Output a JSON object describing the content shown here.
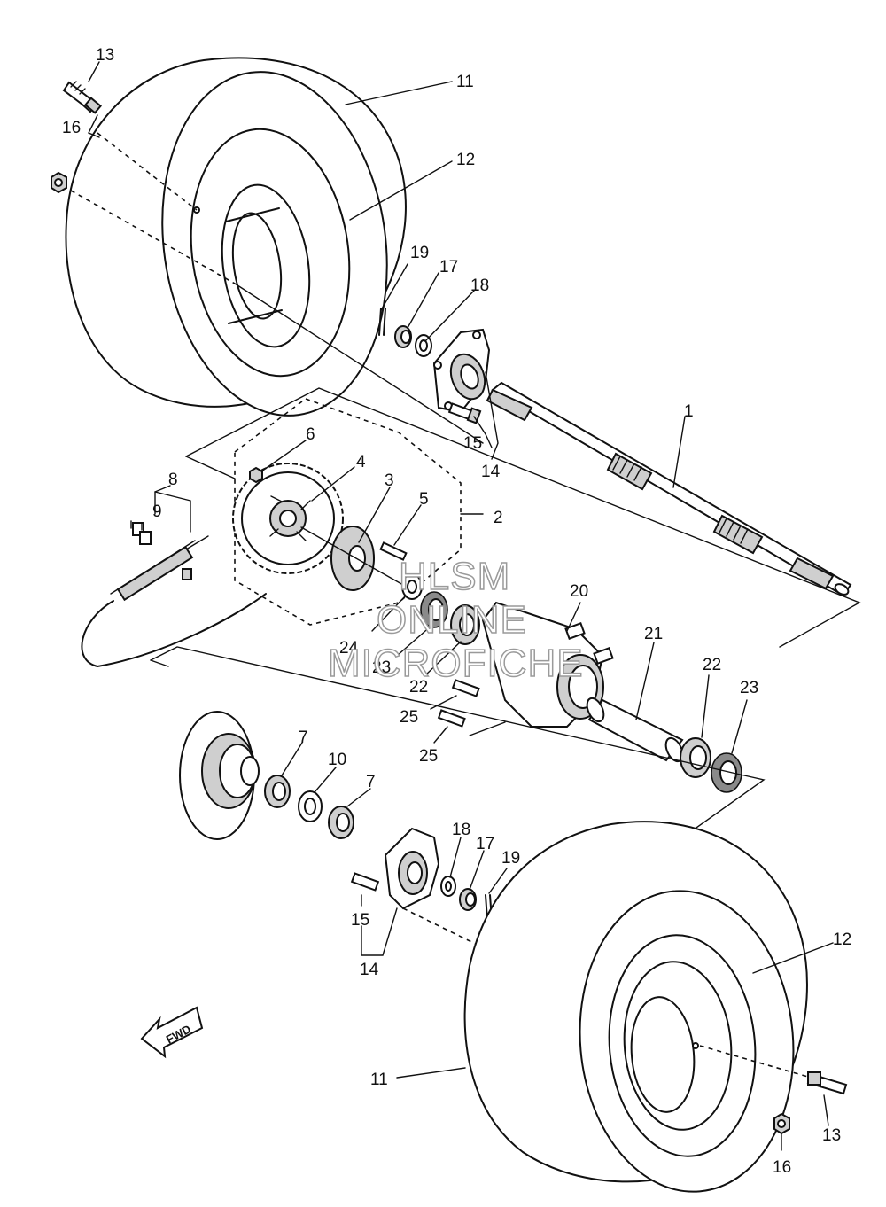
{
  "callouts": {
    "c13_top": "13",
    "c16_top": "16",
    "c11_top": "11",
    "c12_top": "12",
    "c19_top": "19",
    "c17_top": "17",
    "c18_top": "18",
    "c1": "1",
    "c15_top": "15",
    "c14_top": "14",
    "c6": "6",
    "c4": "4",
    "c3": "3",
    "c5": "5",
    "c8": "8",
    "c9": "9",
    "c2": "2",
    "c24": "24",
    "c23_left": "23",
    "c22_left": "22",
    "c20": "20",
    "c21": "21",
    "c22_right": "22",
    "c23_right": "23",
    "c25_a": "25",
    "c25_b": "25",
    "c7_a": "7",
    "c10": "10",
    "c7_b": "7",
    "c18_bot": "18",
    "c17_bot": "17",
    "c19_bot": "19",
    "c15_bot": "15",
    "c14_bot": "14",
    "c12_bot": "12",
    "c11_bot": "11",
    "c13_bot": "13",
    "c16_bot": "16"
  },
  "watermark": {
    "line1": "HLSM",
    "line2": "ONLINE",
    "line3": "MICROFICHE"
  },
  "fwd_arrow": {
    "label": "FWD",
    "icon": "arrow-forward-icon"
  }
}
